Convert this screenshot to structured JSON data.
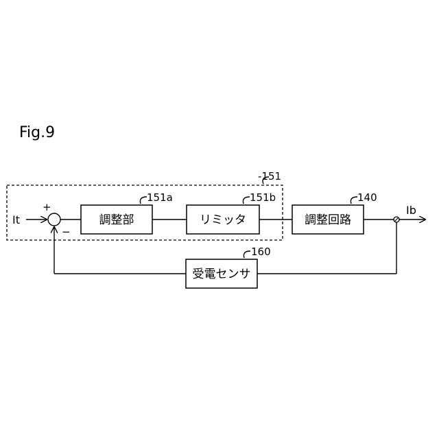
{
  "figure": {
    "label": "Fig.9"
  },
  "blocks": {
    "controller": {
      "label": "調整部",
      "ref": "151a"
    },
    "limiter": {
      "label": "リミッタ",
      "ref": "151b"
    },
    "adjust_circuit": {
      "label": "調整回路",
      "ref": "140"
    },
    "sensor": {
      "label": "受電センサ",
      "ref": "160"
    }
  },
  "group": {
    "ref": "-151"
  },
  "signals": {
    "input": "It",
    "output": "Ib"
  },
  "summing_junction": {
    "plus": "+",
    "minus": "−"
  }
}
